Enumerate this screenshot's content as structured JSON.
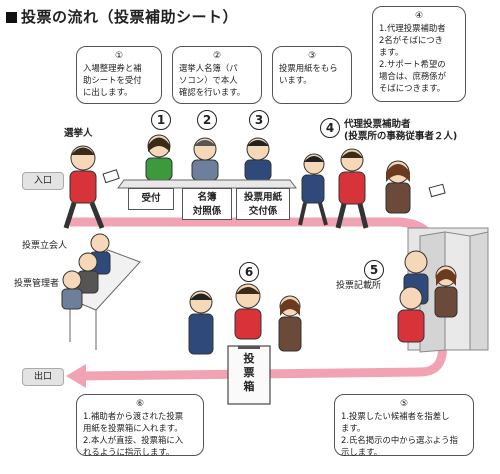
{
  "title": "投票の流れ（投票補助シート）",
  "bubbles": {
    "b1": {
      "num": "①",
      "lines": [
        "入場整理券と補",
        "助シートを受付",
        "に出します。"
      ]
    },
    "b2": {
      "num": "②",
      "lines": [
        "選挙人名簿（パ",
        "ソコン）で本人",
        "確認を行います。"
      ]
    },
    "b3": {
      "num": "③",
      "lines": [
        "投票用紙をもら",
        "います。"
      ]
    },
    "b4": {
      "num": "④",
      "lines": [
        "1.代理投票補助者",
        "2名がそばにつき",
        "ます。",
        "2.サポート希望の",
        "場合は、庶務係が",
        "そばにつきます。"
      ]
    },
    "b6": {
      "num": "⑥",
      "lines": [
        "1.補助者から渡された投票",
        "用紙を投票箱に入れます。",
        "2.本人が直接、投票箱に入",
        "れるように指示します。"
      ]
    },
    "b5": {
      "num": "⑤",
      "lines": [
        "1.投票したい候補者を指差し",
        "ます。",
        "2.氏名掲示の中から選ぶよう指",
        "示します。"
      ]
    }
  },
  "steps": {
    "s1": "1",
    "s2": "2",
    "s3": "3",
    "s4": "4",
    "s5": "5",
    "s6": "6"
  },
  "labels": {
    "voter": "選挙人",
    "entrance": "入口",
    "exit": "出口",
    "reception": "受付",
    "roll_line1": "名簿",
    "roll_line2": "対照係",
    "ballot_line1": "投票用紙",
    "ballot_line2": "交付係",
    "proxy_line1": "代理投票補助者",
    "proxy_line2": "(投票所の事務従事者２人)",
    "witness": "投票立会人",
    "manager": "投票管理者",
    "booth": "投票記載所",
    "ballot_box_line1": "投",
    "ballot_box_line2": "票",
    "ballot_box_line3": "箱"
  },
  "colors": {
    "arrow": "#f2a3b3",
    "accent": "#d9333a",
    "green": "#3c9a3c",
    "navy": "#2f4a7a"
  }
}
